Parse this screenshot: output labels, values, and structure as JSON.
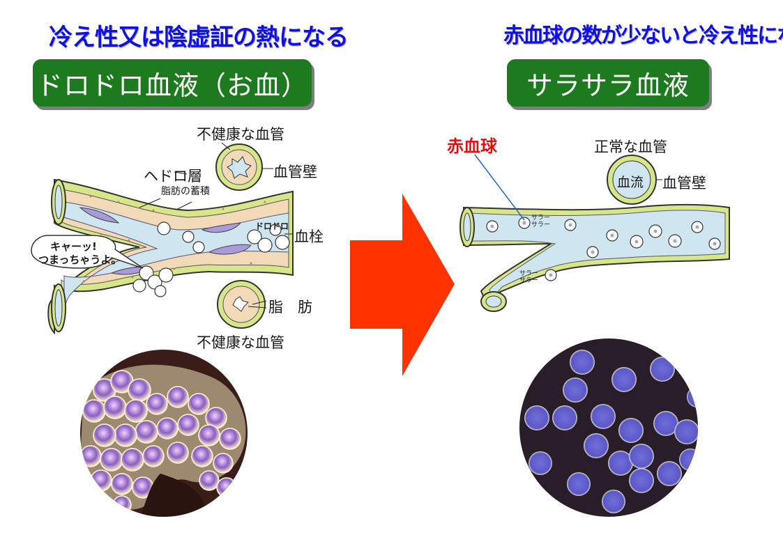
{
  "left": {
    "heading": "冷え性又は陰虚証の熱になる",
    "banner": "ドロドロ血液（お血）",
    "labels": {
      "unhealthy_vessel_top": "不健康な血管",
      "vessel_wall": "血管壁",
      "hedoro_layer": "ヘドロ層",
      "fat_accumulation": "脂肪の蓄積",
      "thrombus": "血栓",
      "fat": "脂　肪",
      "unhealthy_vessel_bottom": "不健康な血管",
      "dorodoro_tag": "ドロドロ"
    },
    "speech_bubble": {
      "line1": "キャーッ!",
      "line2": "つまっちゃうよ。"
    }
  },
  "right": {
    "heading": "赤血球の数が少ないと冷え性になる",
    "banner": "サラサラ血液",
    "labels": {
      "red_blood_cell": "赤血球",
      "normal_vessel": "正常な血管",
      "blood_flow": "血流",
      "vessel_wall": "血管壁",
      "sara_1": "サラーサラー",
      "sara_2": "サラーサラー"
    }
  },
  "colors": {
    "heading": "#1010e0",
    "banner_bg": "#1e7a1e",
    "arrow": "#ff3300",
    "red_label": "#e01010",
    "vessel_wall": "#d8e68a",
    "blood": "#cfe6f0",
    "fat_layer": "#f2d9b8",
    "plaque": "#a99bd8"
  },
  "icons": {
    "arrow": "right-arrow-icon",
    "micrograph_left": "clumped-blood-cells-micrograph",
    "micrograph_right": "separate-blood-cells-micrograph"
  }
}
